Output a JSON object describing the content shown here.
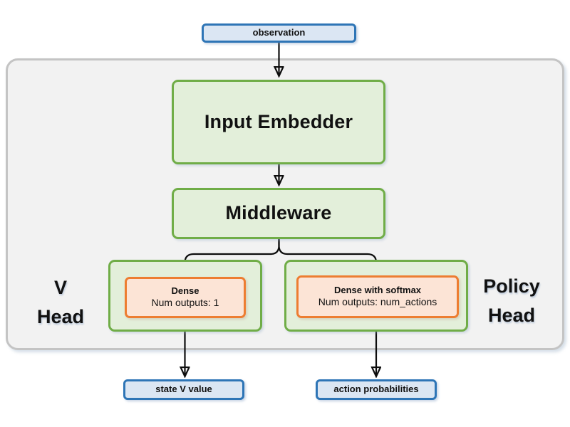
{
  "diagram": {
    "title_semantics": "actor-critic network architecture",
    "observation_label": "observation",
    "input_embedder_label": "Input Embedder",
    "middleware_label": "Middleware",
    "v_head": {
      "label_line1": "V",
      "label_line2": "Head",
      "dense_title": "Dense",
      "dense_subtitle": "Num outputs: 1",
      "output_label": "state V value"
    },
    "policy_head": {
      "label_line1": "Policy",
      "label_line2": "Head",
      "dense_title": "Dense with softmax",
      "dense_subtitle": "Num outputs: num_actions",
      "output_label": "action probabilities"
    },
    "colors": {
      "blue-border": "#2e75b6",
      "blue-fill": "#dbe6f3",
      "green-border": "#70ad47",
      "green-fill": "#e3efda",
      "orange-border": "#ed7d31",
      "orange-fill": "#fce4d6",
      "container-fill": "#f2f2f2",
      "container-border": "#c4c4c4",
      "arrow": "#0d0d0d"
    }
  }
}
